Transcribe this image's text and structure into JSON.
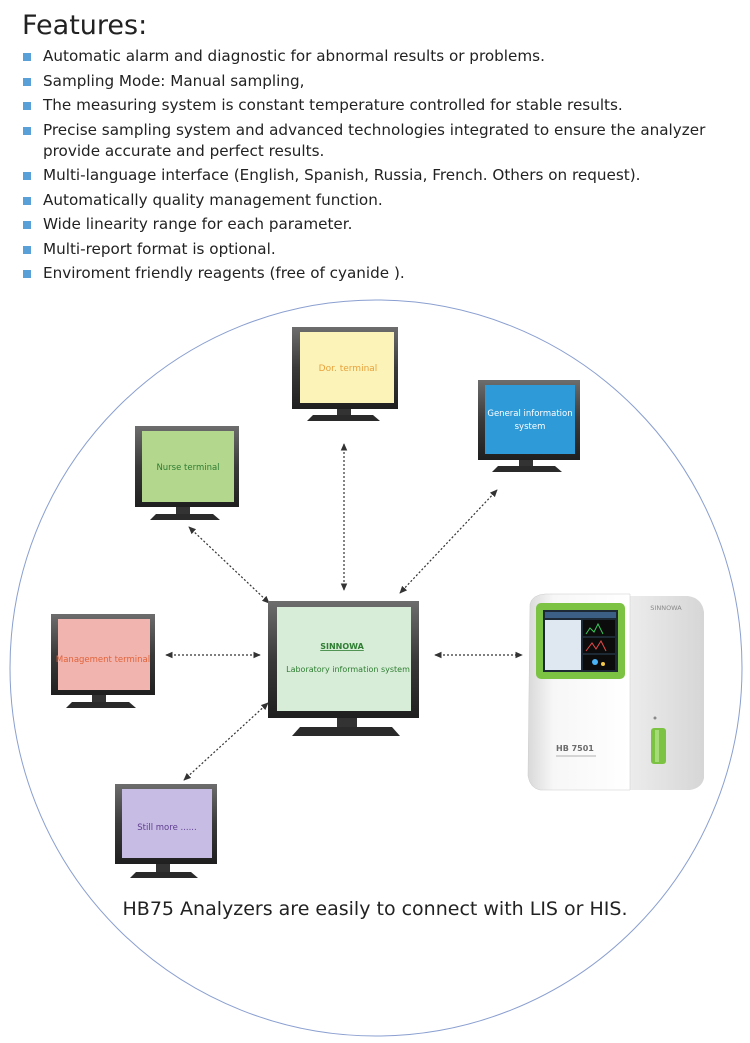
{
  "features": {
    "title": "Features:",
    "items": [
      "Automatic alarm and diagnostic for abnormal results or problems.",
      "Sampling Mode: Manual sampling,",
      "The measuring system is constant temperature controlled for stable results.",
      "Precise sampling system and advanced technologies integrated to ensure the analyzer provide accurate and perfect results.",
      "Multi-language interface (English, Spanish, Russia, French.  Others on request).",
      "Automatically quality management function.",
      "Wide linearity range for each parameter.",
      "Multi-report format is optional.",
      "Enviroment friendly reagents (free of cyanide )."
    ]
  },
  "terminals": {
    "doctor": "Dor. terminal",
    "general_line1": "General information",
    "general_line2": "system",
    "nurse": "Nurse terminal",
    "management": "Management terminal",
    "more": "Still more ......",
    "lis_brand": "SINNOWA",
    "lis_label": "Laboratory information system"
  },
  "analyzer": {
    "brand": "SINNOWA",
    "model": "HB 7501"
  },
  "caption": "HB75 Analyzers are easily to connect with LIS or HIS.",
  "colors": {
    "doctor_screen": "#fbf3b8",
    "general_screen": "#2f9ad8",
    "nurse_screen": "#b3d78d",
    "management_screen": "#f2b4ae",
    "more_screen": "#c7bce4",
    "lis_screen": "#d8edd8",
    "analyzer_accent": "#7cc243",
    "circle": "#8a9fd0"
  }
}
